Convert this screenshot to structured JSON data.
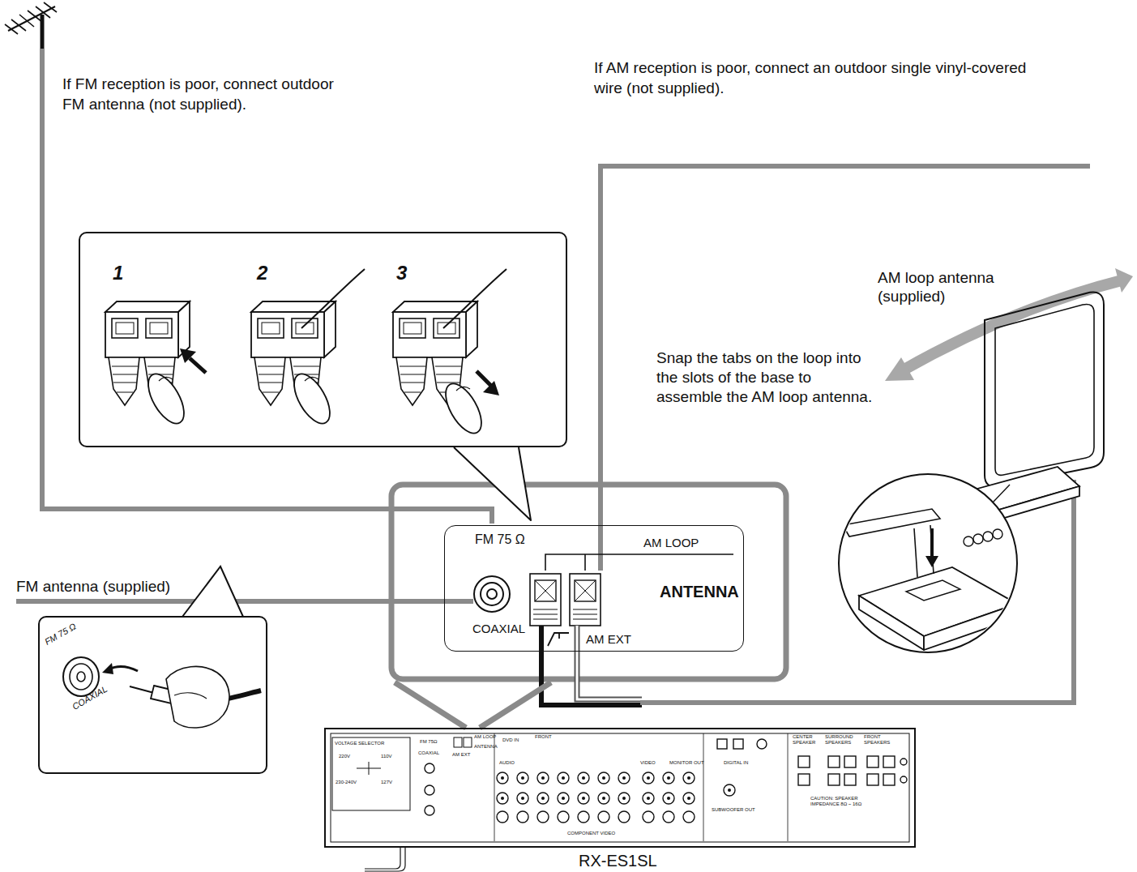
{
  "diagram": {
    "nodes": [
      {
        "text": [
          "1",
          "2",
          "3"
        ]
      },
      {
        "text": [
          "FM 75 Ω",
          "AM LOOP",
          "ANTENNA",
          "COAXIAL",
          "AM EXT"
        ]
      },
      {
        "text": [
          "FM 75 Ω",
          "COAXIAL"
        ]
      },
      {
        "text": [
          "RX-ES1SL"
        ]
      }
    ],
    "edges": [
      {
        "from": 0,
        "to": 1,
        "arrow": "none"
      },
      {
        "from": 1,
        "to": 3,
        "arrow": "none"
      }
    ],
    "labels": [
      "If FM reception is poor, connect outdoor FM antenna (not supplied).",
      "If AM reception is poor, connect an outdoor single vinyl-covered wire (not supplied).",
      "AM loop antenna (supplied)",
      "Snap the tabs on the loop into the slots of the base to assemble the AM loop antenna.",
      "FM antenna (supplied)",
      "VOLTAGE SELECTOR",
      "220V",
      "110V",
      "230-240V",
      "127V",
      "FM 75Ω",
      "COAXIAL",
      "AM LOOP",
      "ANTENNA",
      "AM EXT",
      "DVD IN",
      "FRONT",
      "AUDIO",
      "VIDEO",
      "MONITOR OUT",
      "COMPONENT VIDEO",
      "DIGITAL IN",
      "SUBWOOFER OUT",
      "CENTER SPEAKER",
      "SURROUND SPEAKERS",
      "FRONT SPEAKERS",
      "CAUTION: SPEAKER IMPEDANCE 8Ω ~ 16Ω"
    ]
  }
}
